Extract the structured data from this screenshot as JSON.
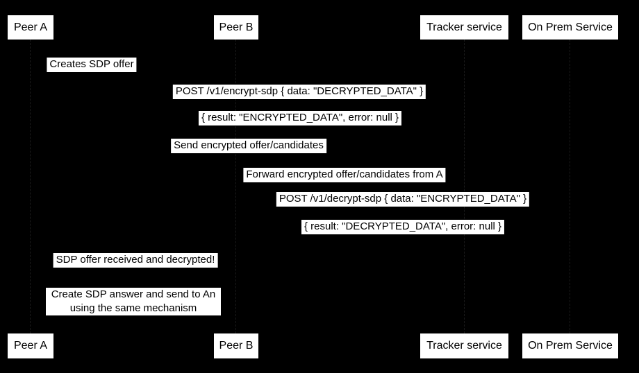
{
  "diagram": {
    "type": "sequence-diagram",
    "background_color": "#000000",
    "label_bg_color": "#ffffff",
    "label_text_color": "#000000"
  },
  "actors": [
    {
      "id": "peer-a",
      "label": "Peer A"
    },
    {
      "id": "peer-b",
      "label": "Peer B"
    },
    {
      "id": "tracker-service",
      "label": "Tracker service"
    },
    {
      "id": "on-prem-service",
      "label": "On Prem Service"
    }
  ],
  "messages": [
    {
      "text": "Creates SDP offer"
    },
    {
      "text": "POST /v1/encrypt-sdp { data: \"DECRYPTED_DATA\" }"
    },
    {
      "text": "{ result: \"ENCRYPTED_DATA\", error: null }"
    },
    {
      "text": "Send encrypted offer/candidates"
    },
    {
      "text": "Forward encrypted offer/candidates from A"
    },
    {
      "text": "POST /v1/decrypt-sdp { data: \"ENCRYPTED_DATA\" }"
    },
    {
      "text": "{ result: \"DECRYPTED_DATA\", error: null }"
    },
    {
      "text": "SDP offer received and decrypted!"
    }
  ],
  "note": {
    "line1": "Create SDP answer and send to An",
    "line2": "using the same mechanism"
  }
}
